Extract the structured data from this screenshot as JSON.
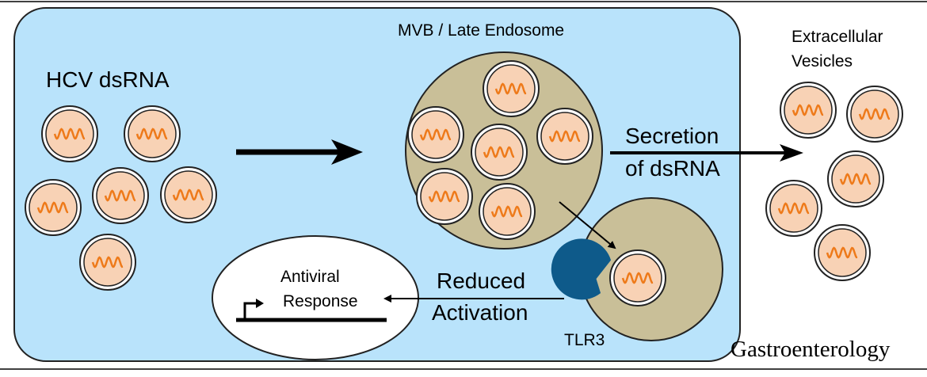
{
  "labels": {
    "hcv_dsrna": "HCV dsRNA",
    "mvb": "MVB / Late Endosome",
    "extracellular_line1": "Extracellular",
    "extracellular_line2": "Vesicles",
    "secretion_line1": "Secretion",
    "secretion_line2": "of dsRNA",
    "reduced_line1": "Reduced",
    "reduced_line2": "Activation",
    "antiviral_line1": "Antiviral",
    "antiviral_line2": "Response",
    "tlr3": "TLR3",
    "journal": "Gastroenterology"
  },
  "colors": {
    "cell_fill": "#b9e3fb",
    "mvb_fill": "#c9bf98",
    "vesicle_fill": "#f8d2b5",
    "dsrna_wave": "#ee7a1a",
    "tlr3_fill": "#0e5a8a",
    "nucleus_fill": "#ffffff",
    "outline": "#222222"
  },
  "icons": {
    "vesicle": "vesicle-dsrna-icon",
    "receptor": "tlr3-receptor-icon",
    "gene": "gene-promoter-icon"
  }
}
